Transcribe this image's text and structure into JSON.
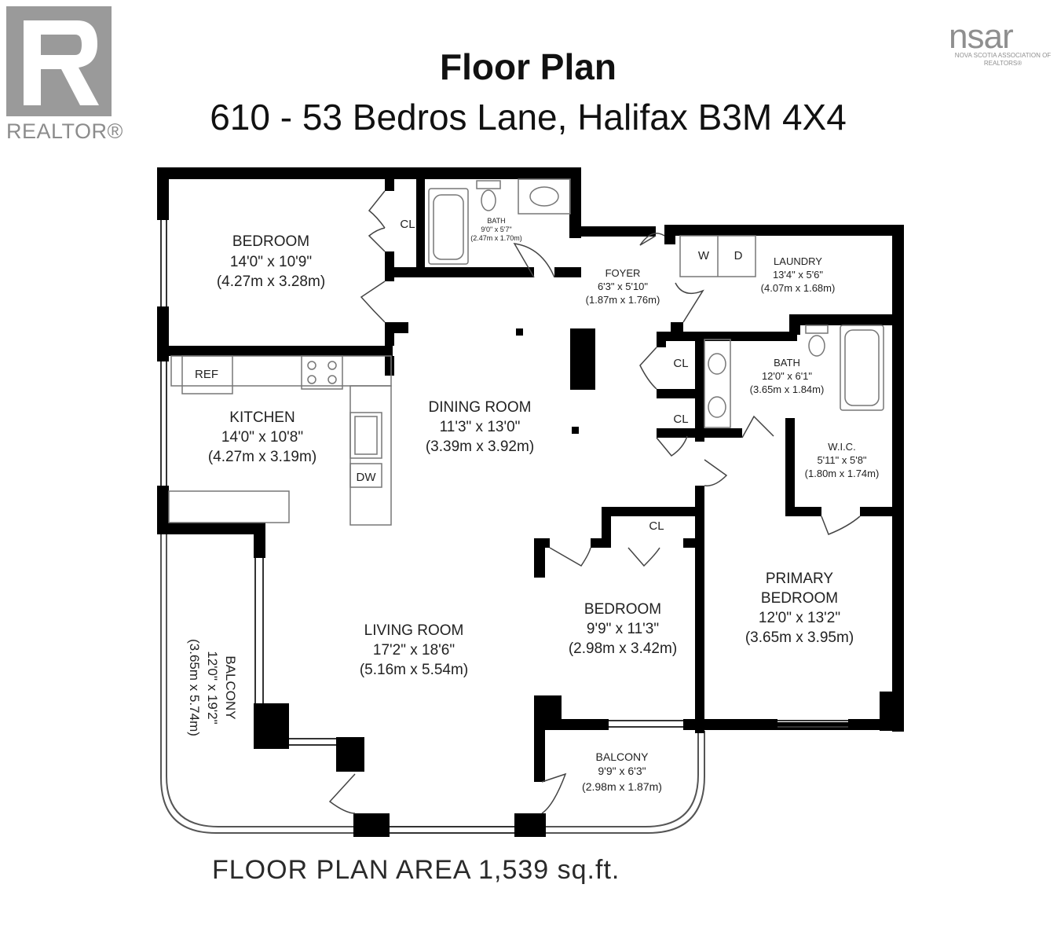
{
  "header": {
    "title": "Floor Plan",
    "address": "610 - 53 Bedros Lane, Halifax B3M 4X4"
  },
  "logos": {
    "realtor": "REALTOR®",
    "nsar": "nsar",
    "nsar_sub": "NOVA SCOTIA ASSOCIATION OF REALTORS®"
  },
  "rooms": {
    "bedroom_1": {
      "name": "BEDROOM",
      "dims_imperial": "14'0\" x 10'9\"",
      "dims_metric": "(4.27m x 3.28m)"
    },
    "bath_1": {
      "name": "BATH",
      "dims_imperial": "9'0\" x 5'7\"",
      "dims_metric": "(2.47m x 1.70m)"
    },
    "foyer": {
      "name": "FOYER",
      "dims_imperial": "6'3\" x 5'10\"",
      "dims_metric": "(1.87m x 1.76m)"
    },
    "laundry": {
      "name": "LAUNDRY",
      "dims_imperial": "13'4\" x 5'6\"",
      "dims_metric": "(4.07m x 1.68m)"
    },
    "bath_2": {
      "name": "BATH",
      "dims_imperial": "12'0\" x 6'1\"",
      "dims_metric": "(3.65m x 1.84m)"
    },
    "kitchen": {
      "name": "KITCHEN",
      "dims_imperial": "14'0\" x 10'8\"",
      "dims_metric": "(4.27m x 3.19m)"
    },
    "dining_room": {
      "name": "DINING ROOM",
      "dims_imperial": "11'3\" x 13'0\"",
      "dims_metric": "(3.39m x 3.92m)"
    },
    "wic": {
      "name": "W.I.C.",
      "dims_imperial": "5'11\" x 5'8\"",
      "dims_metric": "(1.80m x 1.74m)"
    },
    "primary_bedroom": {
      "name_line1": "PRIMARY",
      "name_line2": "BEDROOM",
      "dims_imperial": "12'0\" x 13'2\"",
      "dims_metric": "(3.65m x 3.95m)"
    },
    "bedroom_2": {
      "name": "BEDROOM",
      "dims_imperial": "9'9\" x 11'3\"",
      "dims_metric": "(2.98m x 3.42m)"
    },
    "living_room": {
      "name": "LIVING ROOM",
      "dims_imperial": "17'2\" x 18'6\"",
      "dims_metric": "(5.16m x 5.54m)"
    },
    "balcony_west": {
      "name": "BALCONY",
      "dims_imperial": "12'0\" x 19'2\"",
      "dims_metric": "(3.65m x 5.74m)"
    },
    "balcony_south": {
      "name": "BALCONY",
      "dims_imperial": "9'9\" x 6'3\"",
      "dims_metric": "(2.98m x 1.87m)"
    }
  },
  "fixtures": {
    "closet": "CL",
    "washer": "W",
    "dryer": "D",
    "fridge": "REF",
    "dishwasher": "DW"
  },
  "footer": {
    "area": "FLOOR PLAN AREA 1,539 sq.ft."
  },
  "colors": {
    "wall": "#000000",
    "logo_grey": "#9a9a9a",
    "fixture_grey": "#888888"
  }
}
